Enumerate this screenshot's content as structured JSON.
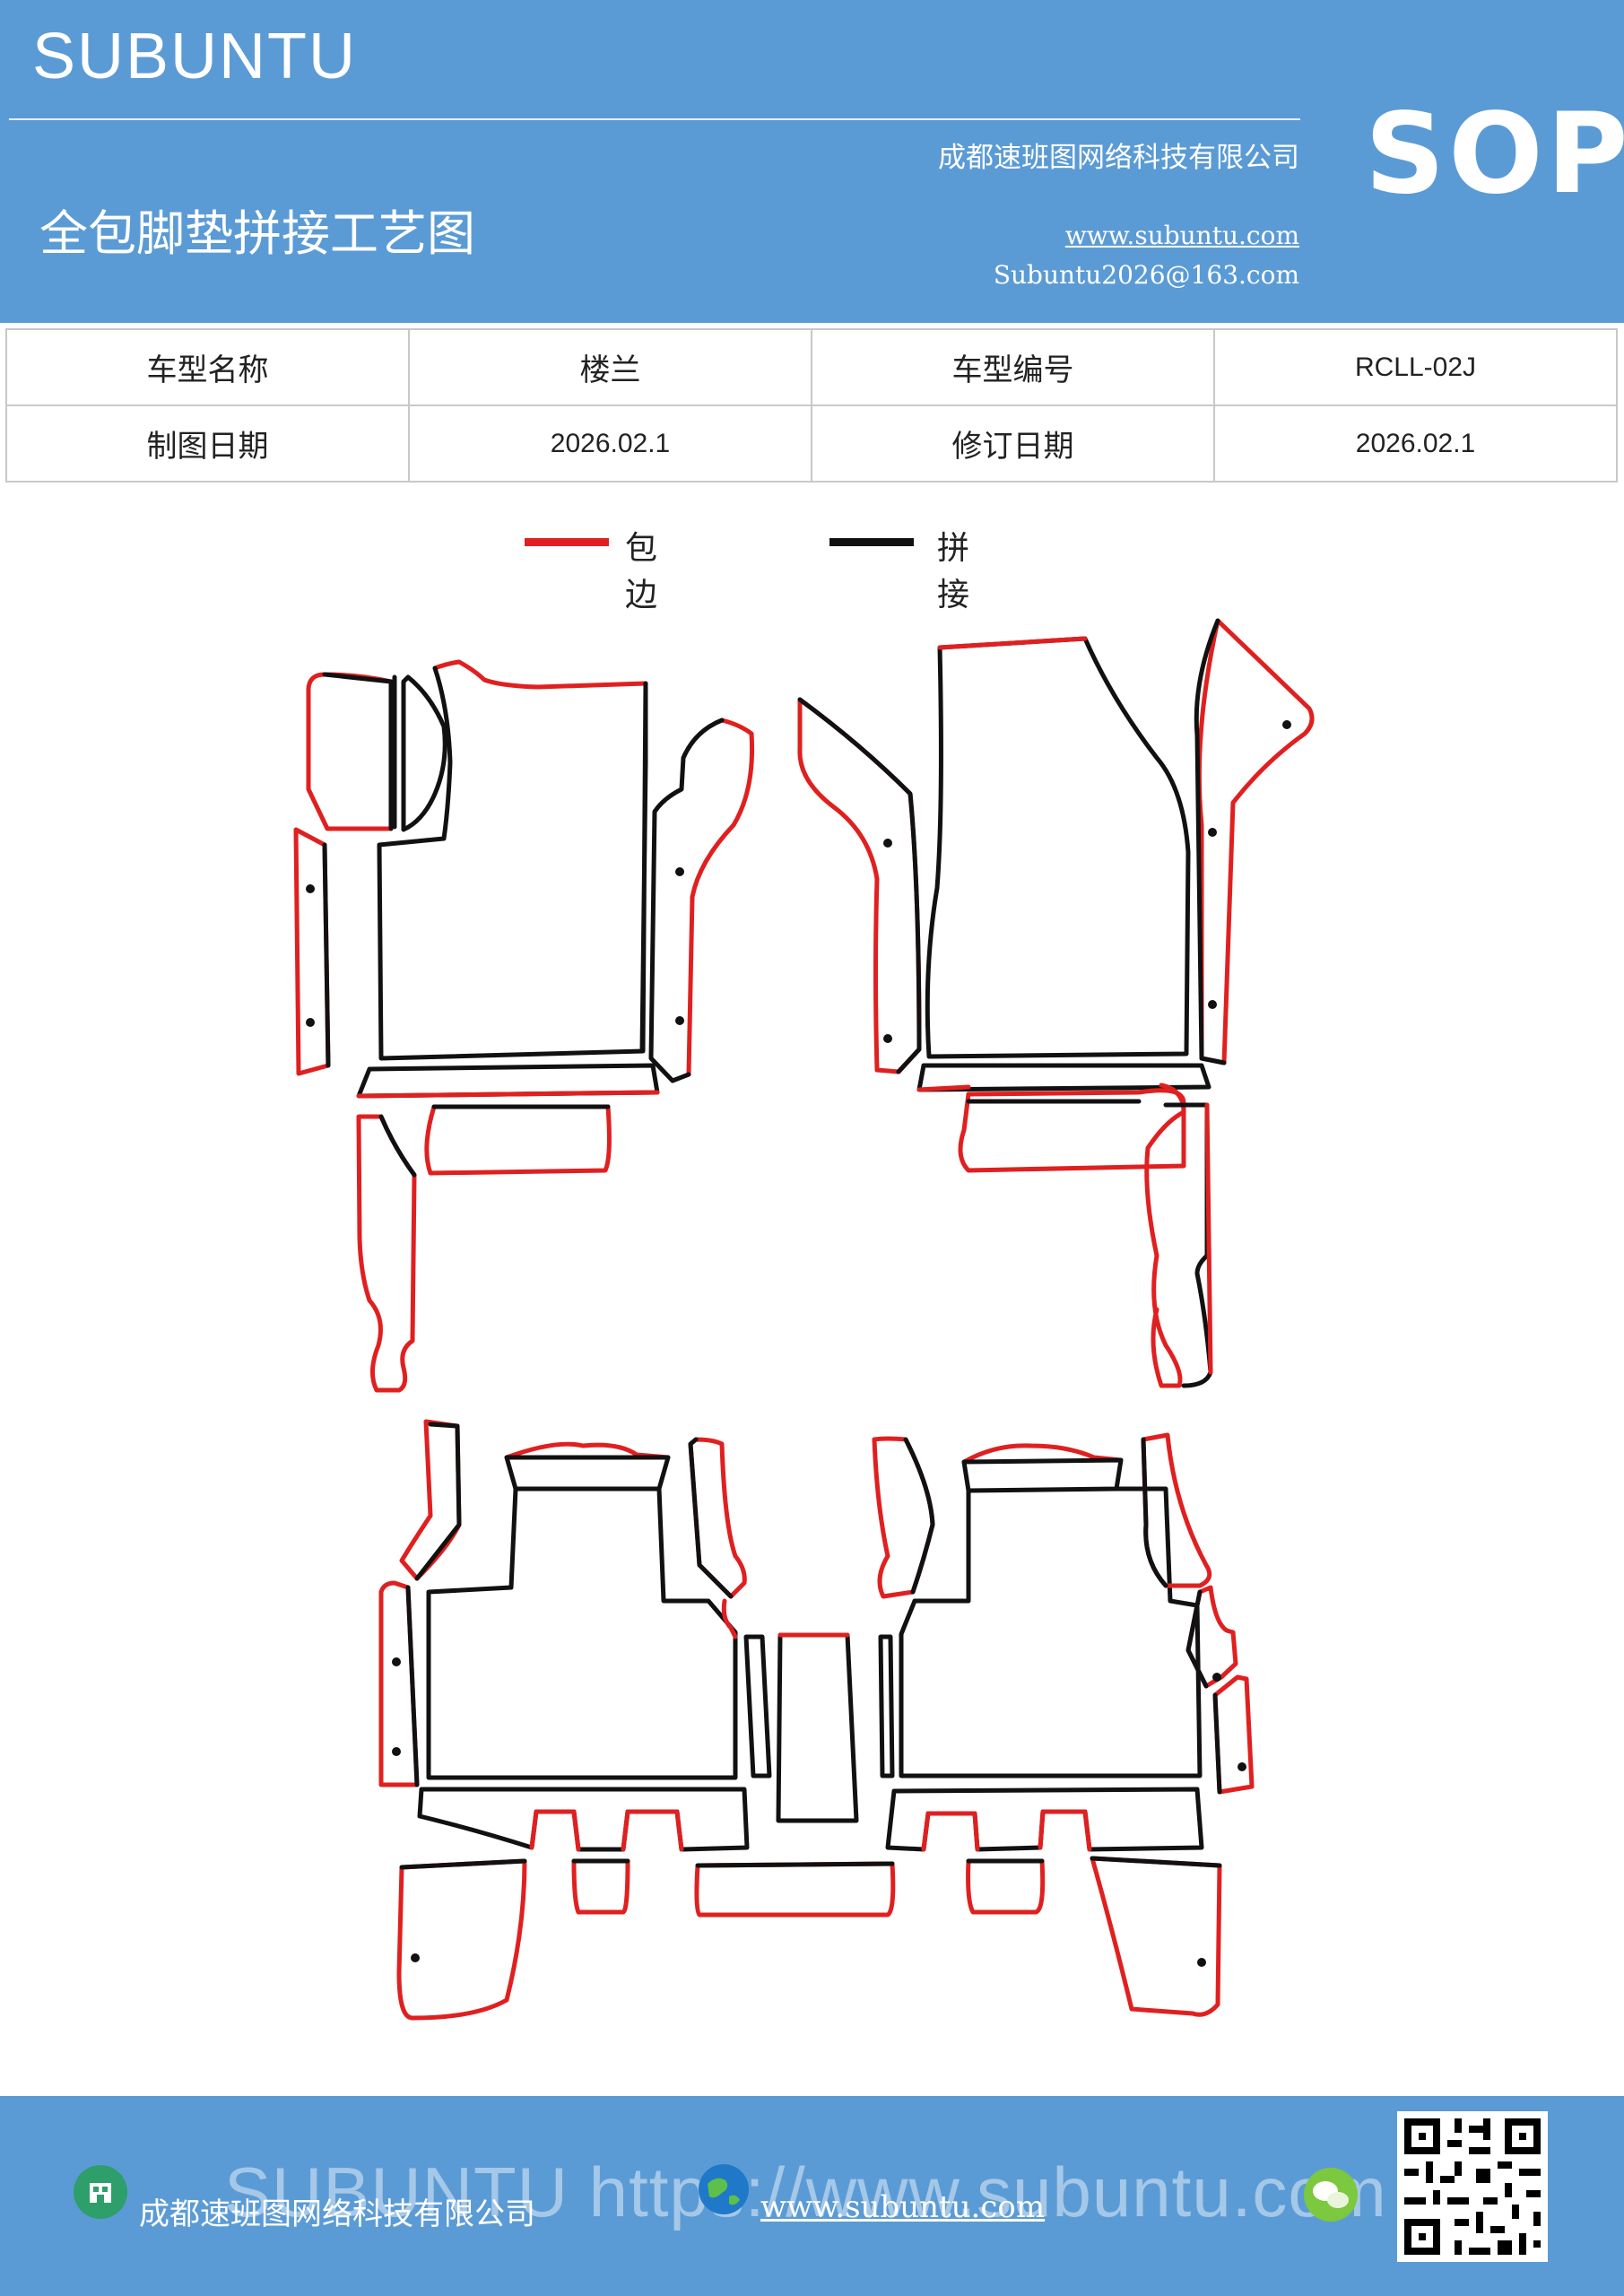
{
  "header": {
    "brand": "SUBUNTU",
    "company": "成都速班图网络科技有限公司",
    "title": "全包脚垫拼接工艺图",
    "website": "www.subuntu.com",
    "email": "Subuntu2026@163.com",
    "sop": "SOP"
  },
  "info_table": [
    {
      "label1": "车型名称",
      "value1": "楼兰",
      "label2": "车型编号",
      "value2": "RCLL-02J"
    },
    {
      "label1": "制图日期",
      "value1": "2026.02.1",
      "label2": "修订日期",
      "value2": "2026.02.1"
    }
  ],
  "legend": [
    {
      "label": "包边",
      "color": "#e02020"
    },
    {
      "label": "拼接",
      "color": "#111111"
    }
  ],
  "footer": {
    "company": "成都速班图网络科技有限公司",
    "website": "www.subuntu.com",
    "watermark": "SUBUNTU https://www.subuntu.com"
  },
  "colors": {
    "header_bg": "#5b9bd5",
    "edge_red": "#e02020",
    "seam_black": "#111111"
  }
}
